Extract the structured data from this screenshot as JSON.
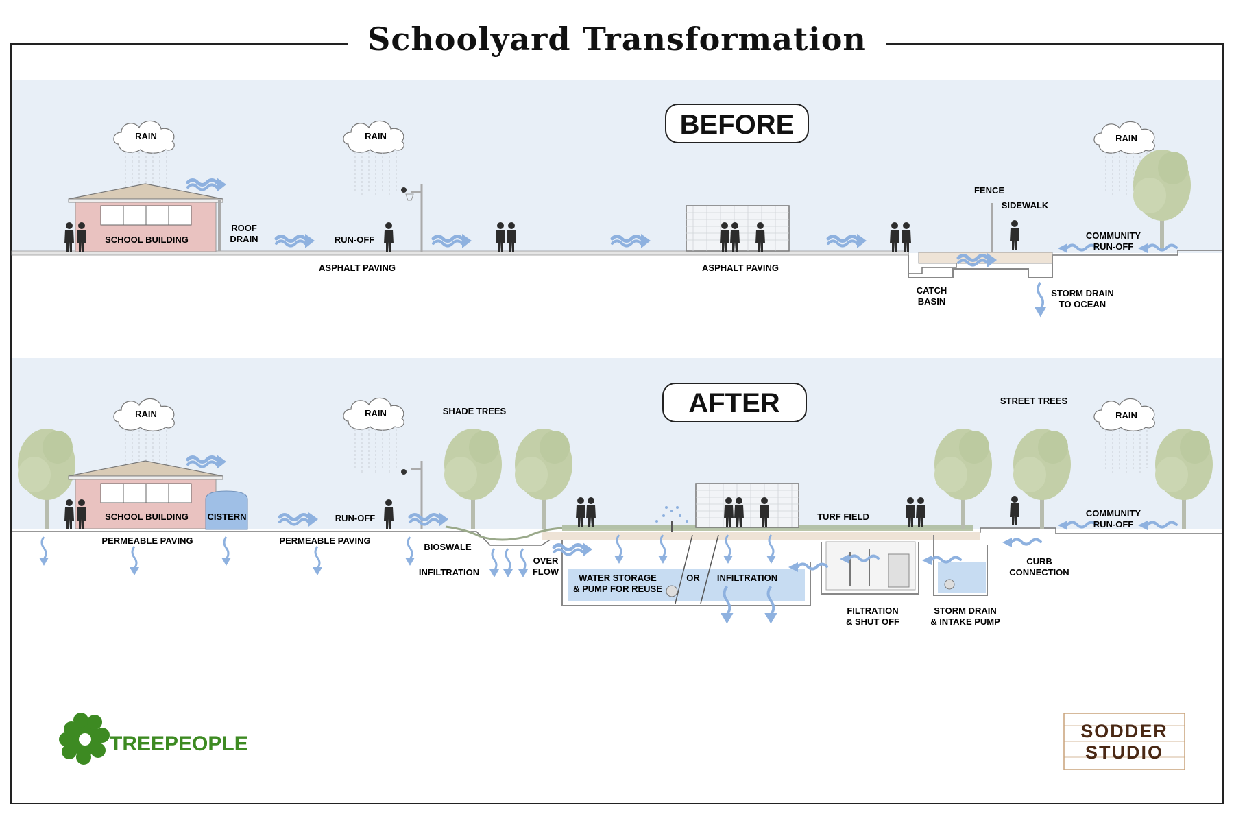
{
  "title": "Schoolyard Transformation",
  "colors": {
    "sky": "#e8eff7",
    "building": "#e9c2c0",
    "roof": "#d9cbb6",
    "cistern": "#9fbfe6",
    "water": "#c7dcf2",
    "arrow": "#8eb1df",
    "tree": "#c3cfa8",
    "ground": "#eee3d6",
    "logo_green": "#3d8a22",
    "logo_brown": "#4a2814"
  },
  "before": {
    "heading": "BEFORE",
    "rain_1": "RAIN",
    "rain_2": "RAIN",
    "rain_3": "RAIN",
    "school_building": "SCHOOL BUILDING",
    "roof_drain": [
      "ROOF",
      "DRAIN"
    ],
    "run_off": "RUN-OFF",
    "asphalt_paving_1": "ASPHALT PAVING",
    "asphalt_paving_2": "ASPHALT PAVING",
    "fence": "FENCE",
    "sidewalk": "SIDEWALK",
    "community_run_off": [
      "COMMUNITY",
      "RUN-OFF"
    ],
    "catch_basin": [
      "CATCH",
      "BASIN"
    ],
    "storm_drain": [
      "STORM DRAIN",
      "TO OCEAN"
    ]
  },
  "after": {
    "heading": "AFTER",
    "rain_1": "RAIN",
    "rain_2": "RAIN",
    "rain_3": "RAIN",
    "school_building": "SCHOOL BUILDING",
    "cistern": "CISTERN",
    "run_off": "RUN-OFF",
    "shade_trees": "SHADE TREES",
    "street_trees": "STREET TREES",
    "turf_field": "TURF FIELD",
    "community_run_off": [
      "COMMUNITY",
      "RUN-OFF"
    ],
    "permeable_paving_1": "PERMEABLE PAVING",
    "permeable_paving_2": "PERMEABLE PAVING",
    "bioswale": "BIOSWALE",
    "infiltration_1": "INFILTRATION",
    "overflow": [
      "OVER",
      "FLOW"
    ],
    "water_storage": [
      "WATER STORAGE",
      "& PUMP FOR REUSE"
    ],
    "or": "OR",
    "infiltration_2": "INFILTRATION",
    "curb_connection": [
      "CURB",
      "CONNECTION"
    ],
    "filtration": [
      "FILTRATION",
      "& SHUT OFF"
    ],
    "storm_drain_pump": [
      "STORM DRAIN",
      "& INTAKE PUMP"
    ]
  },
  "logos": {
    "treepeople": "TREEPEOPLE",
    "sodder_line1": "SODDER",
    "sodder_line2": "STUDIO"
  }
}
